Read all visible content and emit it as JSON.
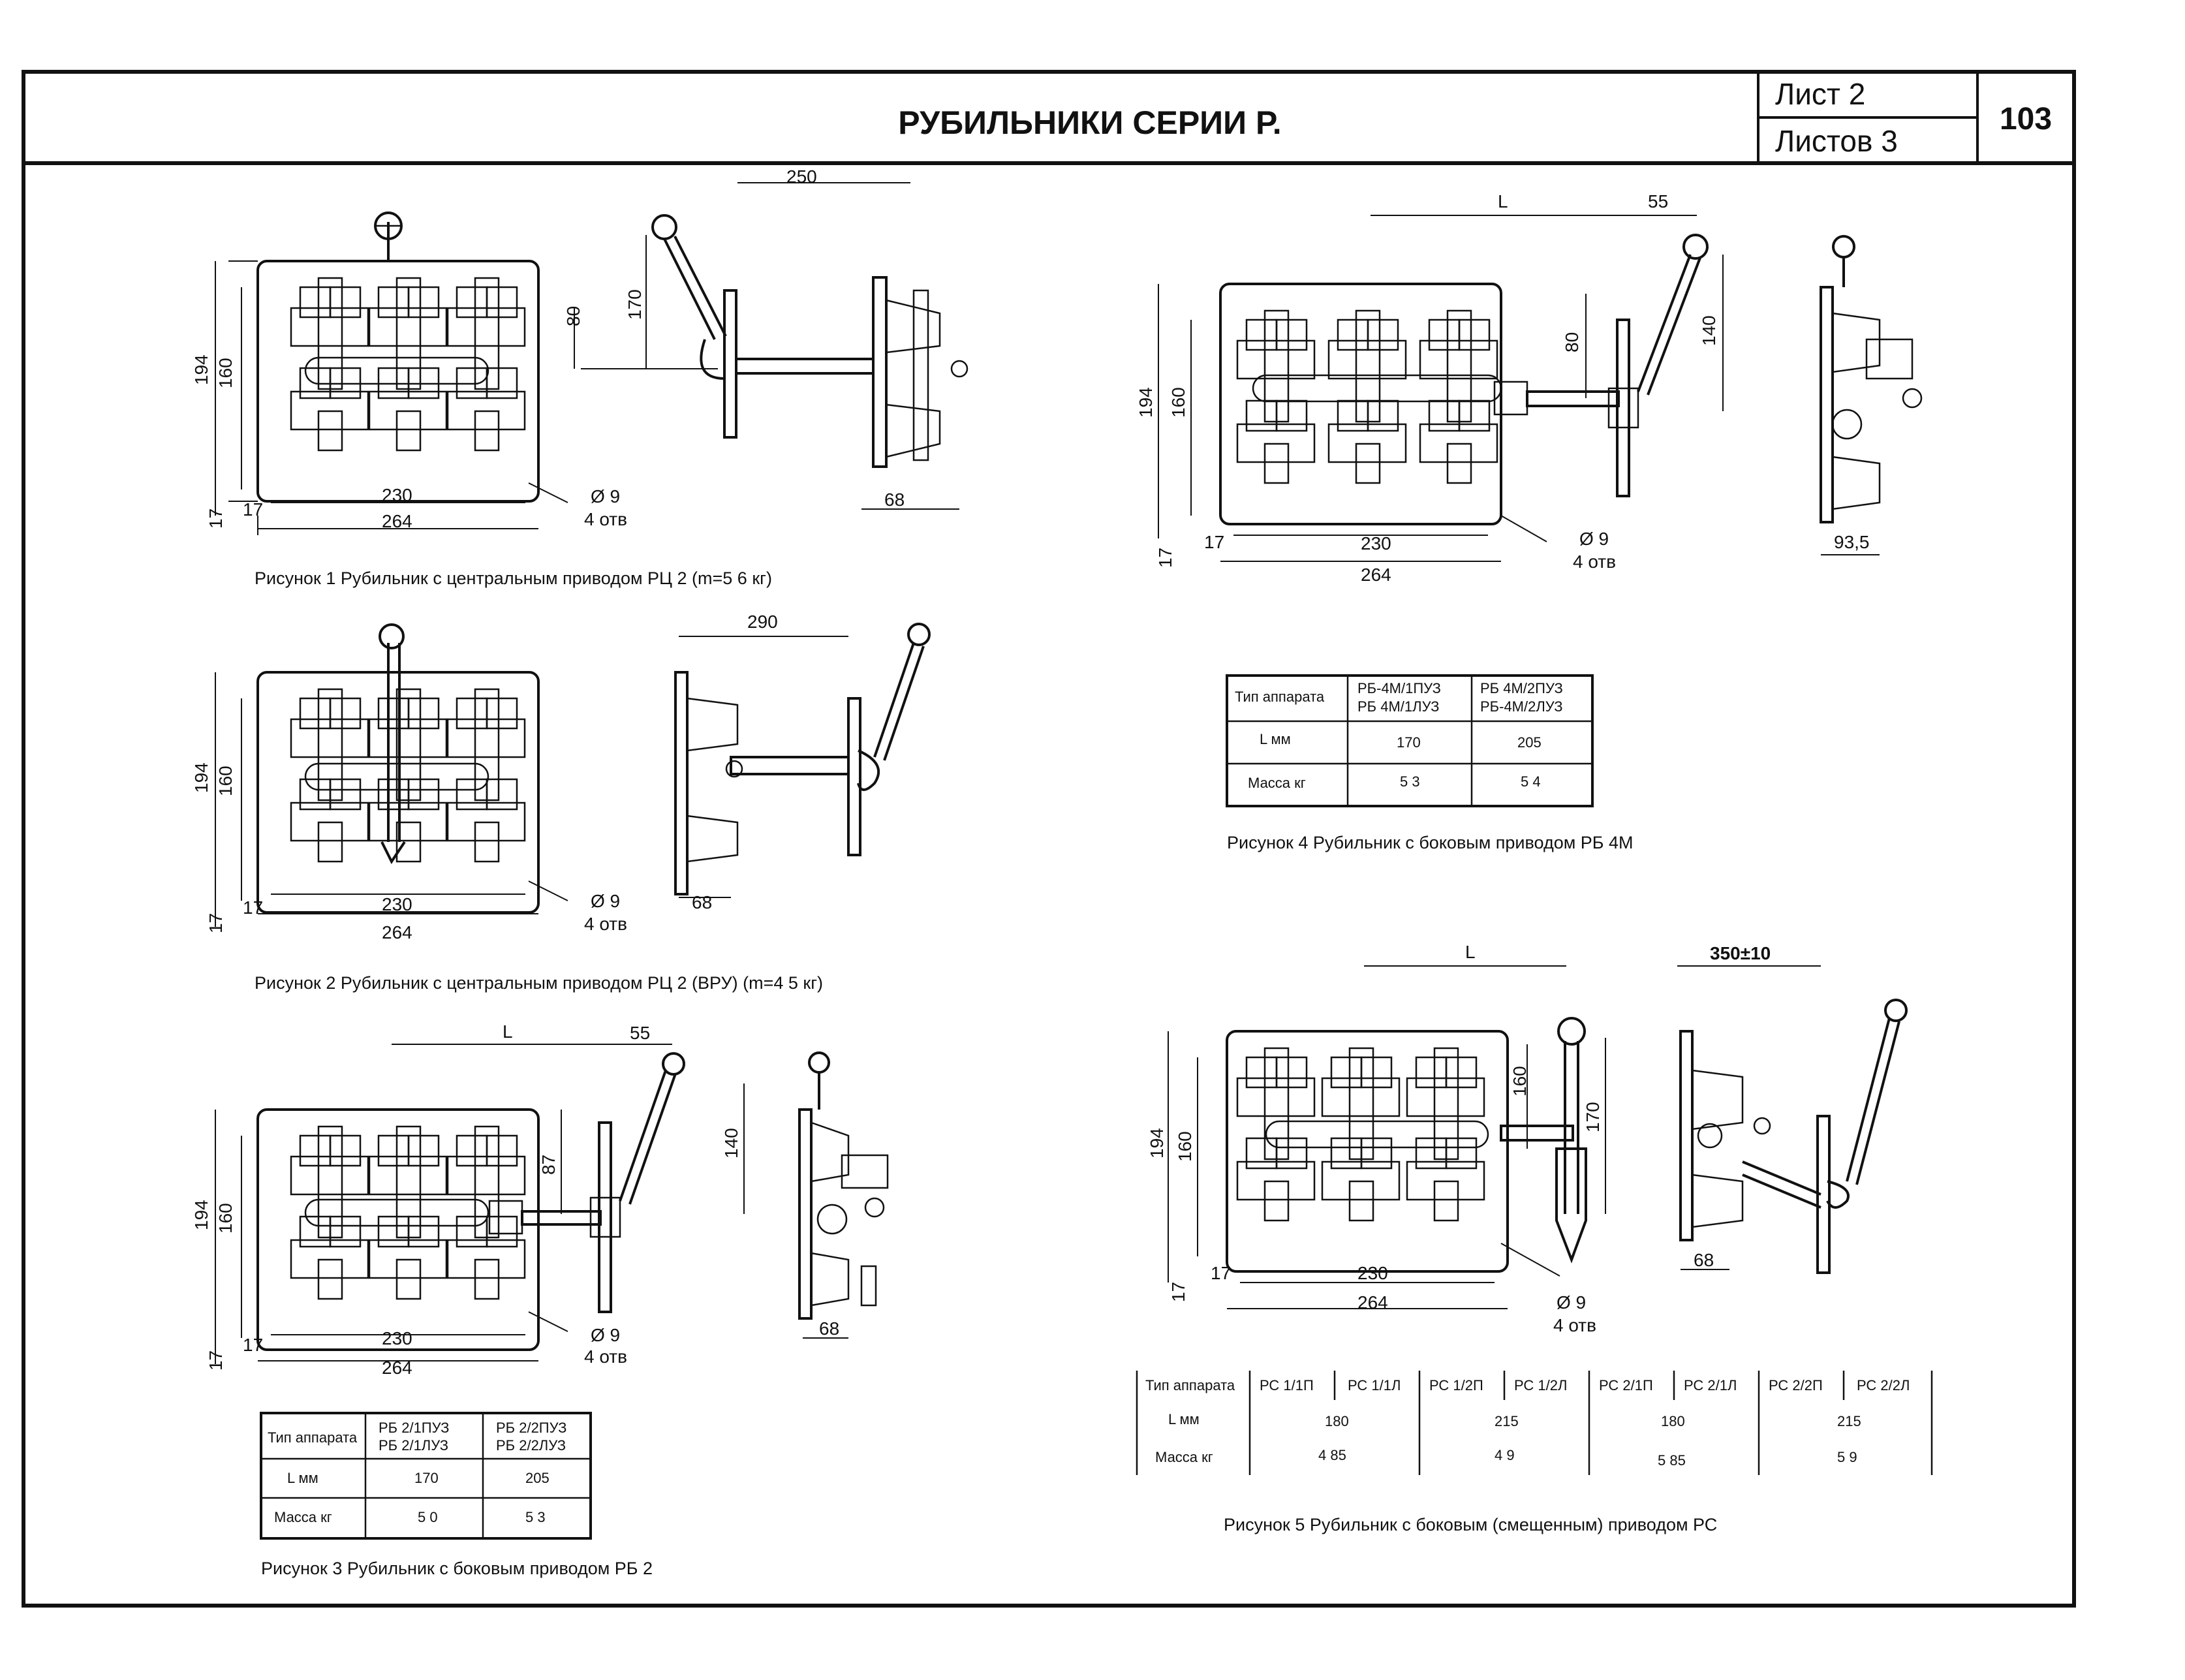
{
  "header": {
    "title": "РУБИЛЬНИКИ СЕРИИ Р.",
    "sheet_label": "Лист 2",
    "sheets_label": "Листов 3",
    "page_number": "103"
  },
  "fig1": {
    "caption": "Рисунок 1 Рубильник с центральным приводом РЦ 2 (m=5 6 кг)",
    "dims": {
      "h194": "194",
      "h160": "160",
      "h17": "17",
      "w230": "230",
      "w264": "264",
      "hole": "Ø 9",
      "holes": "4 отв",
      "w250": "250",
      "h80": "80",
      "h170": "170",
      "w68": "68",
      "w17b": "17"
    }
  },
  "fig2": {
    "caption": "Рисунок 2 Рубильник с центральным приводом РЦ 2 (ВРУ) (m=4 5 кг)",
    "dims": {
      "h194": "194",
      "h160": "160",
      "h17": "17",
      "w17b": "17",
      "w230": "230",
      "w264": "264",
      "hole": "Ø 9",
      "holes": "4 отв",
      "w290": "290",
      "w68": "68"
    }
  },
  "fig3": {
    "caption": "Рисунок 3 Рубильник с боковым приводом РБ 2",
    "dims": {
      "h194": "194",
      "h160": "160",
      "h17": "17",
      "w17b": "17",
      "w230": "230",
      "w264": "264",
      "hole": "Ø 9",
      "holes": "4 отв",
      "L": "L",
      "w55": "55",
      "h87": "87",
      "h140": "140",
      "w68": "68"
    },
    "table": {
      "h_type": "Тип аппарата",
      "col1": [
        "РБ 2/1ПУЗ",
        "РБ 2/1ЛУЗ"
      ],
      "col2": [
        "РБ 2/2ПУЗ",
        "РБ 2/2ЛУЗ"
      ],
      "row_L": "L мм",
      "L1": "170",
      "L2": "205",
      "row_m": "Масса кг",
      "m1": "5 0",
      "m2": "5 3"
    }
  },
  "fig4": {
    "caption": "Рисунок 4 Рубильник с боковым приводом РБ 4М",
    "dims": {
      "h194": "194",
      "h160": "160",
      "h17": "17",
      "w17b": "17",
      "w230": "230",
      "w264": "264",
      "hole": "Ø 9",
      "holes": "4 отв",
      "L": "L",
      "w55": "55",
      "h80": "80",
      "h140": "140",
      "w93": "93,5"
    },
    "table": {
      "h_type": "Тип аппарата",
      "col1": [
        "РБ-4М/1ПУЗ",
        "РБ 4М/1ЛУЗ"
      ],
      "col2": [
        "РБ 4М/2ПУЗ",
        "РБ-4М/2ЛУЗ"
      ],
      "row_L": "L мм",
      "L1": "170",
      "L2": "205",
      "row_m": "Масса кг",
      "m1": "5 3",
      "m2": "5 4"
    }
  },
  "fig5": {
    "caption": "Рисунок 5 Рубильник с боковым (смещенным) приводом РС",
    "dims": {
      "h194": "194",
      "h160": "160",
      "h17": "17",
      "w17b": "17",
      "w230": "230",
      "w264": "264",
      "hole": "Ø 9",
      "holes": "4 отв",
      "L": "L",
      "h160b": "160",
      "h170": "170",
      "w350": "350±10",
      "w68": "68"
    },
    "table": {
      "h_type": "Тип аппарата",
      "types": [
        "РС 1/1П",
        "РС 1/1Л",
        "РС 1/2П",
        "РС 1/2Л",
        "РС 2/1П",
        "РС 2/1Л",
        "РС 2/2П",
        "РС 2/2Л"
      ],
      "row_L": "L мм",
      "L_vals": [
        "180",
        "215",
        "180",
        "215"
      ],
      "row_m": "Масса кг",
      "m_vals": [
        "4 85",
        "4 9",
        "5 85",
        "5 9"
      ]
    }
  }
}
